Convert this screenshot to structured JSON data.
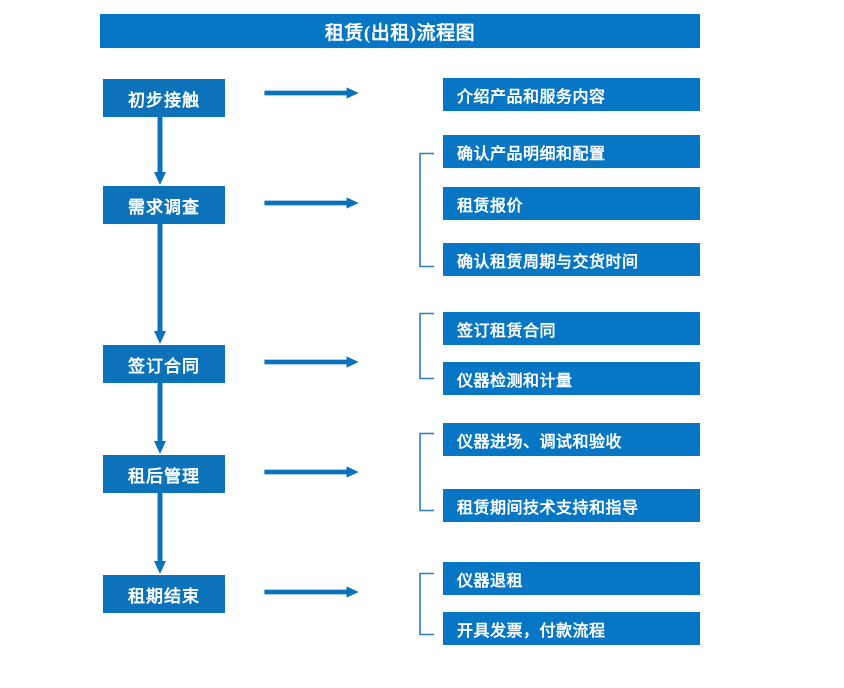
{
  "title": {
    "text": "租赁(出租)流程图"
  },
  "colors": {
    "primary_blue": "#0776c4",
    "stage_blue": "#0c72ba",
    "arrow_blue": "#0a72bd",
    "bracket_blue": "#2e7cc4",
    "text_white": "#ffffff",
    "background": "#ffffff"
  },
  "stages": [
    {
      "id": "stage-1",
      "label": "初步接触",
      "details": [
        {
          "id": "detail-1-1",
          "label": "介绍产品和服务内容"
        }
      ]
    },
    {
      "id": "stage-2",
      "label": "需求调查",
      "details": [
        {
          "id": "detail-2-1",
          "label": "确认产品明细和配置"
        },
        {
          "id": "detail-2-2",
          "label": "租赁报价"
        },
        {
          "id": "detail-2-3",
          "label": "确认租赁周期与交货时间"
        }
      ]
    },
    {
      "id": "stage-3",
      "label": "签订合同",
      "details": [
        {
          "id": "detail-3-1",
          "label": "签订租赁合同"
        },
        {
          "id": "detail-3-2",
          "label": "仪器检测和计量"
        }
      ]
    },
    {
      "id": "stage-4",
      "label": "租后管理",
      "details": [
        {
          "id": "detail-4-1",
          "label": "仪器进场、调试和验收"
        },
        {
          "id": "detail-4-2",
          "label": "租赁期间技术支持和指导"
        }
      ]
    },
    {
      "id": "stage-5",
      "label": "租期结束",
      "details": [
        {
          "id": "detail-5-1",
          "label": "仪器退租"
        },
        {
          "id": "detail-5-2",
          "label": "开具发票，付款流程"
        }
      ]
    }
  ],
  "connectors": {
    "down_arrow_count": 4,
    "right_arrow_count": 5,
    "bracket_count": 4
  }
}
